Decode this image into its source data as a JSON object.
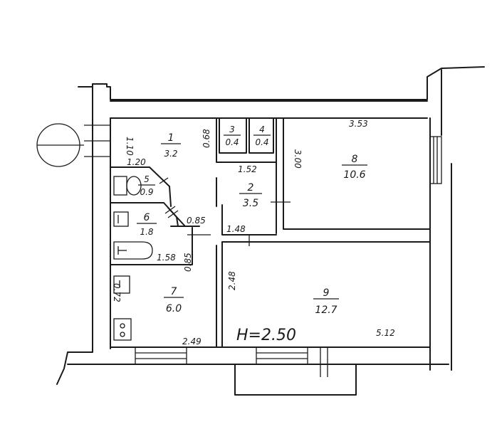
{
  "rooms": [
    {
      "id": "1",
      "area": "3.2"
    },
    {
      "id": "2",
      "area": "3.5"
    },
    {
      "id": "3",
      "area": "0.4"
    },
    {
      "id": "4",
      "area": "0.4"
    },
    {
      "id": "5",
      "area": "0.9"
    },
    {
      "id": "6",
      "area": "1.8"
    },
    {
      "id": "7",
      "area": "6.0"
    },
    {
      "id": "8",
      "area": "10.6"
    },
    {
      "id": "9",
      "area": "12.7"
    }
  ],
  "dimensions": {
    "d_1_10": "1.10",
    "d_0_68": "0.68",
    "d_3_53": "3.53",
    "d_1_20": "1.20",
    "d_1_52": "1.52",
    "d_3_00": "3.00",
    "d_0_85a": "0.85",
    "d_1_48": "1.48",
    "d_1_58": "1.58",
    "d_0_85b": "0.85",
    "d_2_48": "2.48",
    "d_0_72": "0.72",
    "d_2_49": "2.49",
    "d_5_12": "5.12"
  },
  "height_label": "H=2.50",
  "icons": {
    "compass": "compass-circle-icon",
    "bathtub": "bathtub-icon",
    "toilet": "toilet-icon",
    "sink": "sink-icon",
    "stove": "stove-icon"
  }
}
